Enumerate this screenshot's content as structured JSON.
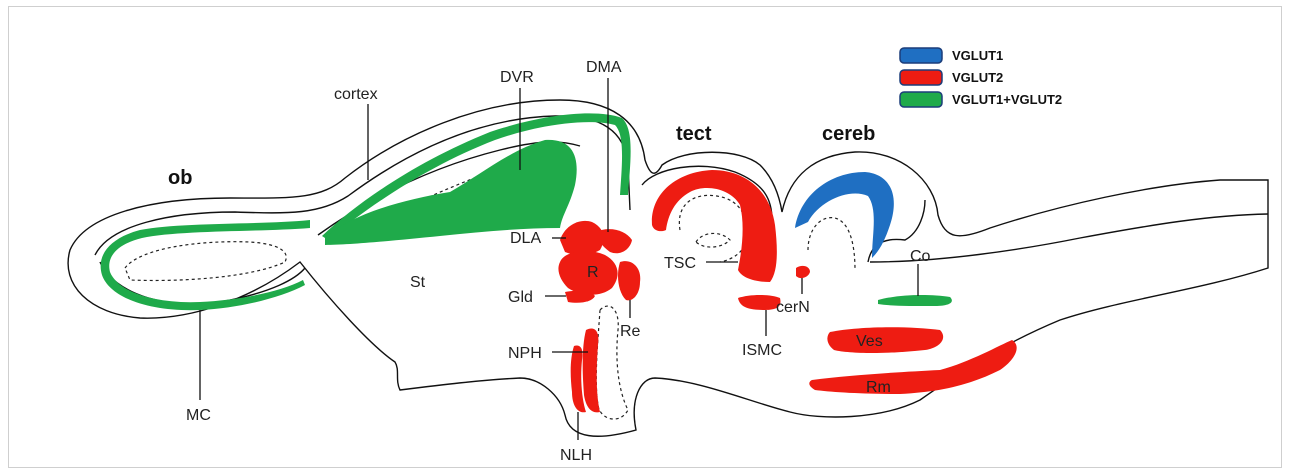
{
  "legend": {
    "items": [
      {
        "label": "VGLUT1",
        "color": "#1f6fc2"
      },
      {
        "label": "VGLUT2",
        "color": "#ee1c12"
      },
      {
        "label": "VGLUT1+VGLUT2",
        "color": "#1faa4a"
      }
    ]
  },
  "regions": {
    "ob": "ob",
    "tect": "tect",
    "cereb": "cereb"
  },
  "labels": {
    "cortex": "cortex",
    "dvr": "DVR",
    "dma": "DMA",
    "dla": "DLA",
    "st": "St",
    "r": "R",
    "gld": "Gld",
    "re": "Re",
    "npH": "NPH",
    "nlh": "NLH",
    "mc": "MC",
    "tsc": "TSC",
    "ismc": "ISMC",
    "cern": "cerN",
    "co": "Co",
    "ves": "Ves",
    "rm": "Rm"
  },
  "colors": {
    "vglut1": "#1f6fc2",
    "vglut2": "#ee1c12",
    "both": "#1faa4a",
    "outline": "#111111"
  }
}
